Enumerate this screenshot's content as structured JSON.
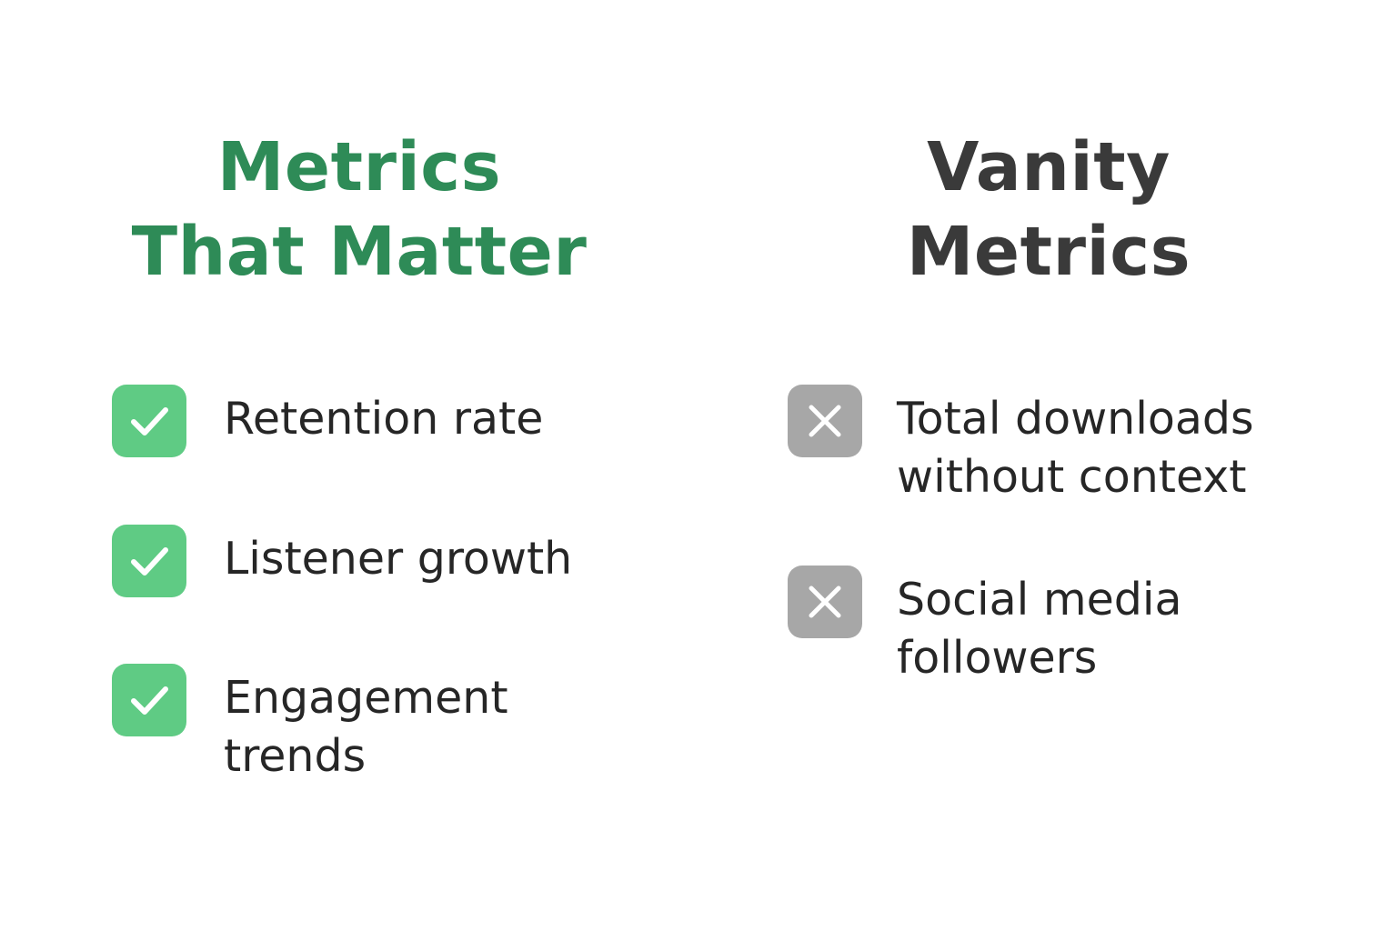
{
  "colors": {
    "good_heading": "#2E8B57",
    "good_badge": "#5FCB84",
    "bad_heading": "#3A3A3A",
    "bad_badge": "#A7A7A7",
    "item_text": "#262626",
    "icon_mark": "#FFFFFF"
  },
  "left": {
    "title_line1": "Metrics",
    "title_line2": "That Matter",
    "icon": "checkmark-icon",
    "items": [
      {
        "line1": "Retention rate",
        "line2": ""
      },
      {
        "line1": "Listener growth",
        "line2": ""
      },
      {
        "line1": "Engagement",
        "line2": "trends"
      }
    ]
  },
  "right": {
    "title_line1": "Vanity",
    "title_line2": "Metrics",
    "icon": "x-mark-icon",
    "items": [
      {
        "line1": "Total downloads",
        "line2": "without context"
      },
      {
        "line1": "Social media",
        "line2": "followers"
      }
    ]
  }
}
